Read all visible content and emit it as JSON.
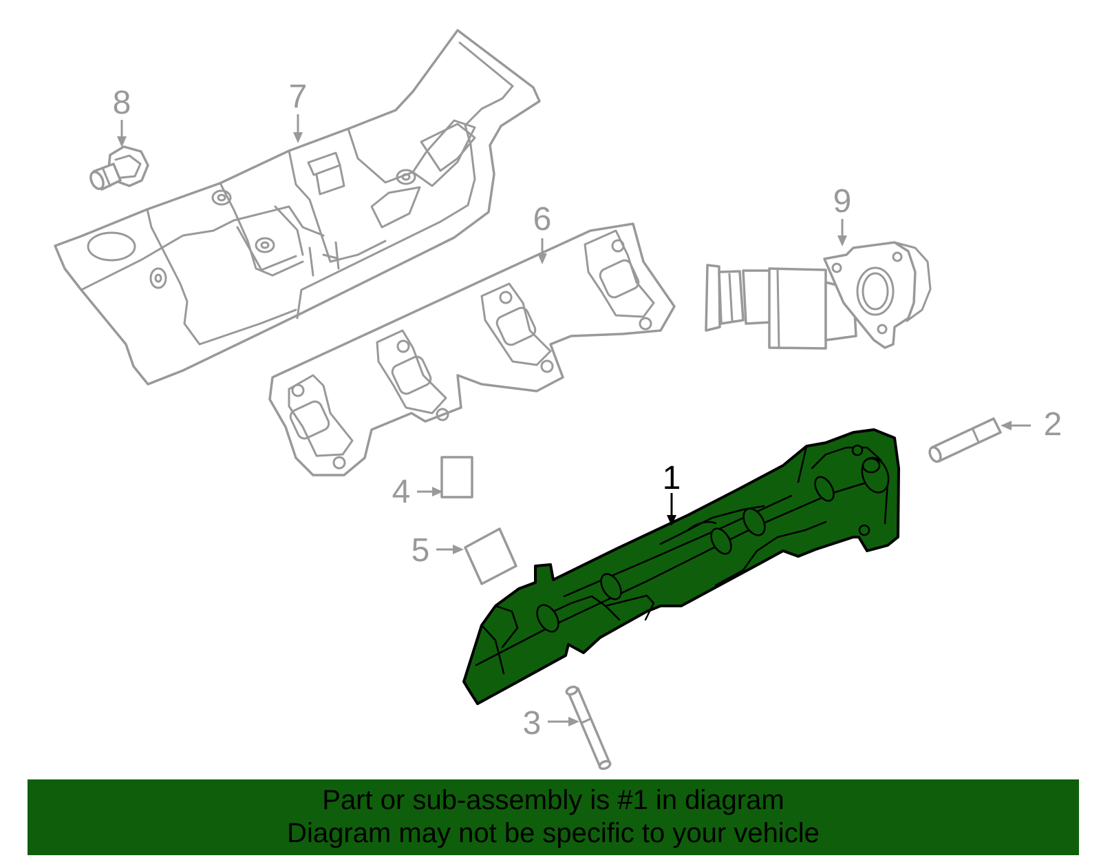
{
  "diagram": {
    "callouts": [
      "1",
      "2",
      "3",
      "4",
      "5",
      "6",
      "7",
      "8",
      "9"
    ],
    "highlighted_part": "1",
    "colors": {
      "highlight": "#0f5e0b",
      "outline": "#000000",
      "line": "#999999",
      "background": "#ffffff"
    }
  },
  "banner": {
    "line1": "Part or sub-assembly is #1 in diagram",
    "line2": "Diagram may not be specific to your vehicle"
  }
}
